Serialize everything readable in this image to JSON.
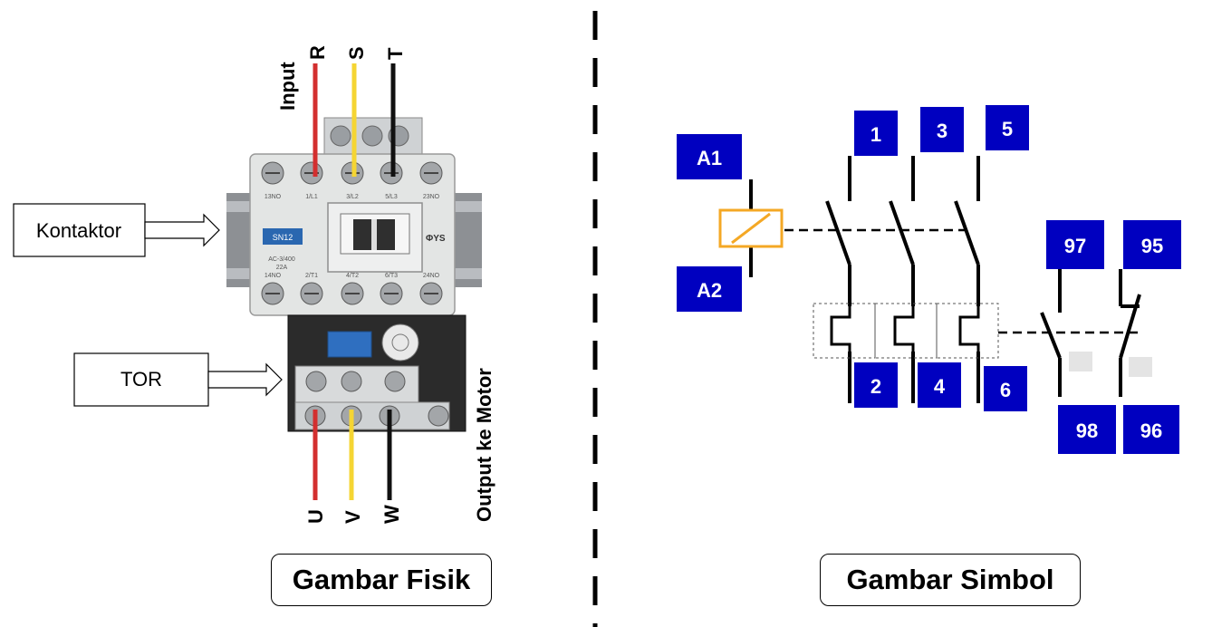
{
  "physical": {
    "input_label": "Input",
    "output_label": "Output ke Motor",
    "phase_in": [
      "R",
      "S",
      "T"
    ],
    "phase_out": [
      "U",
      "V",
      "W"
    ],
    "contactor_label": "Kontaktor",
    "tor_label": "TOR",
    "contactor_badge": "SN12",
    "contactor_brand": "ΦYS",
    "terminal_top": [
      "13NO",
      "1/L1",
      "3/L2",
      "5/L3",
      "23NO"
    ],
    "terminal_bottom": [
      "14NO",
      "2/T1",
      "4/T2",
      "6/T3",
      "24NO"
    ],
    "rating_text": [
      "AC-3/400",
      "22A"
    ],
    "wire_colors": {
      "R": "#d32f2f",
      "S": "#f5d533",
      "T": "#111111"
    }
  },
  "symbol": {
    "coil_top": "A1",
    "coil_bottom": "A2",
    "main_top": [
      "1",
      "3",
      "5"
    ],
    "main_bottom": [
      "2",
      "4",
      "6"
    ],
    "aux_top": [
      "97",
      "95"
    ],
    "aux_bottom": [
      "98",
      "96"
    ],
    "label_color": "#0000c0",
    "coil_color": "#f4a825"
  },
  "captions": {
    "left": "Gambar Fisik",
    "right": "Gambar Simbol"
  }
}
